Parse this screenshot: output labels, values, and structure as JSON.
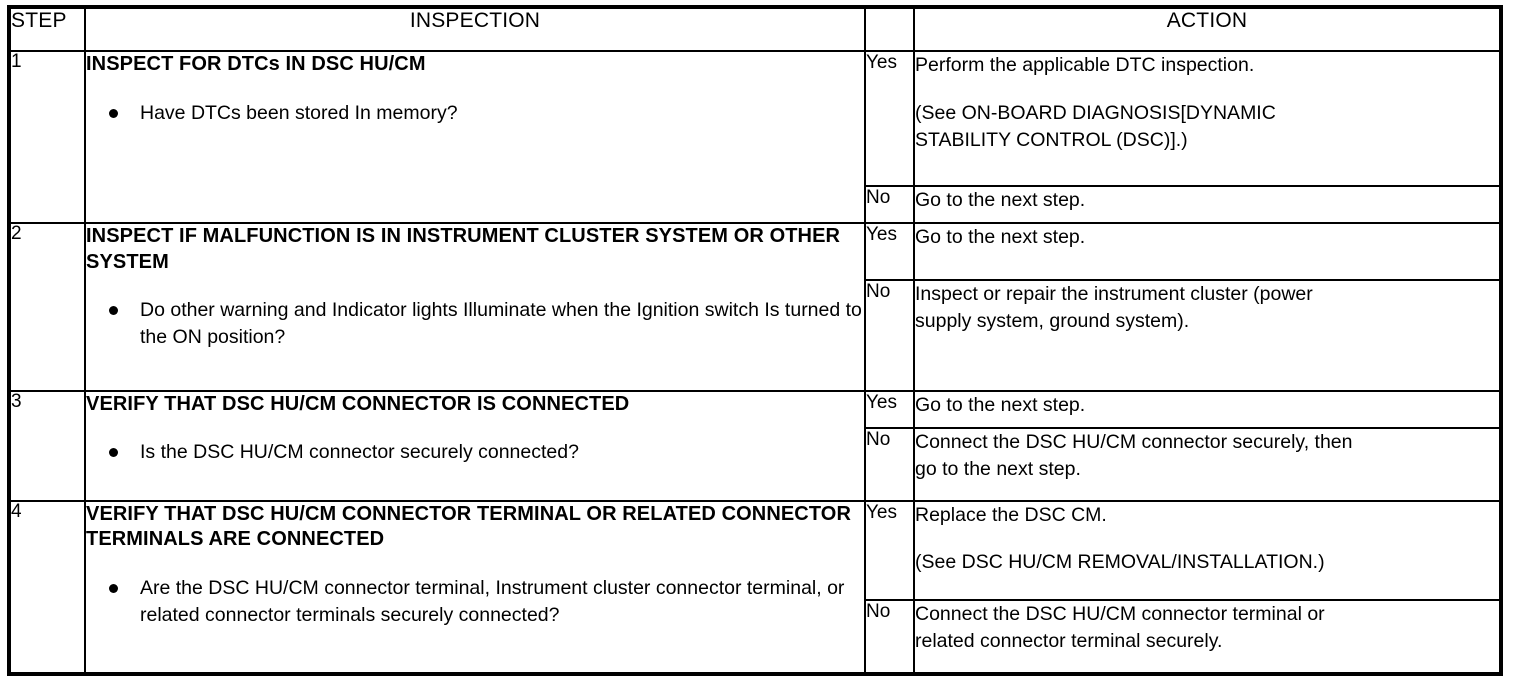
{
  "table": {
    "headers": {
      "step": "STEP",
      "inspection": "INSPECTION",
      "yesno": "",
      "action": "ACTION"
    },
    "rows": [
      {
        "step": "1",
        "inspection_title": "INSPECT FOR DTCs IN DSC HU/CM",
        "bullets": [
          "Have DTCs been stored In memory?"
        ],
        "branches": [
          {
            "label": "Yes",
            "lines": [
              "Perform the applicable DTC inspection.",
              "",
              "(See ON-BOARD DIAGNOSIS[DYNAMIC",
              "STABILITY CONTROL (DSC)].)"
            ]
          },
          {
            "label": "No",
            "lines": [
              "Go to the next step."
            ]
          }
        ]
      },
      {
        "step": "2",
        "inspection_title": "INSPECT IF MALFUNCTION IS IN INSTRUMENT CLUSTER SYSTEM OR OTHER SYSTEM",
        "bullets": [
          "Do other warning and Indicator lights Illuminate when the Ignition switch Is turned to the ON position?"
        ],
        "branches": [
          {
            "label": "Yes",
            "lines": [
              "Go to the next step."
            ]
          },
          {
            "label": "No",
            "lines": [
              "Inspect or repair the instrument cluster (power",
              "supply system, ground system)."
            ]
          }
        ]
      },
      {
        "step": "3",
        "inspection_title": "VERIFY THAT DSC HU/CM CONNECTOR IS CONNECTED",
        "bullets": [
          "Is the DSC HU/CM connector securely connected?"
        ],
        "branches": [
          {
            "label": "Yes",
            "lines": [
              "Go to the next step."
            ]
          },
          {
            "label": "No",
            "lines": [
              "Connect the DSC HU/CM connector securely, then",
              "go to the next step."
            ]
          }
        ]
      },
      {
        "step": "4",
        "inspection_title": "VERIFY THAT DSC HU/CM CONNECTOR TERMINAL OR RELATED CONNECTOR TERMINALS ARE CONNECTED",
        "bullets": [
          "Are the DSC HU/CM connector terminal, Instrument cluster connector terminal, or related connector terminals securely connected?"
        ],
        "branches": [
          {
            "label": "Yes",
            "lines": [
              "Replace the DSC CM.",
              "",
              "(See DSC HU/CM REMOVAL/INSTALLATION.)"
            ]
          },
          {
            "label": "No",
            "lines": [
              "Connect the DSC HU/CM connector terminal or",
              "related connector terminal securely."
            ]
          }
        ]
      }
    ]
  },
  "colors": {
    "border": "#000000",
    "background": "#ffffff",
    "text": "#000000"
  }
}
